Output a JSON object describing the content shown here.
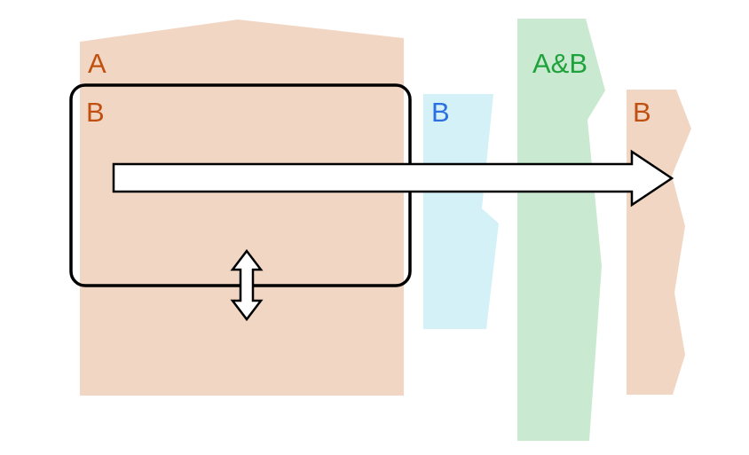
{
  "labels": {
    "region_a": "A",
    "region_b_left": "B",
    "region_b_cyan": "B",
    "region_ab": "A&B",
    "region_b_right": "B"
  },
  "colors": {
    "salmon": "#f2d6c4",
    "cyan": "#d3f1f7",
    "green": "#c9e9d1",
    "label_orange": "#c0500f",
    "label_blue": "#2b6fe3",
    "label_green": "#1fa23c",
    "outline": "#000000",
    "arrow_fill": "#ffffff"
  }
}
